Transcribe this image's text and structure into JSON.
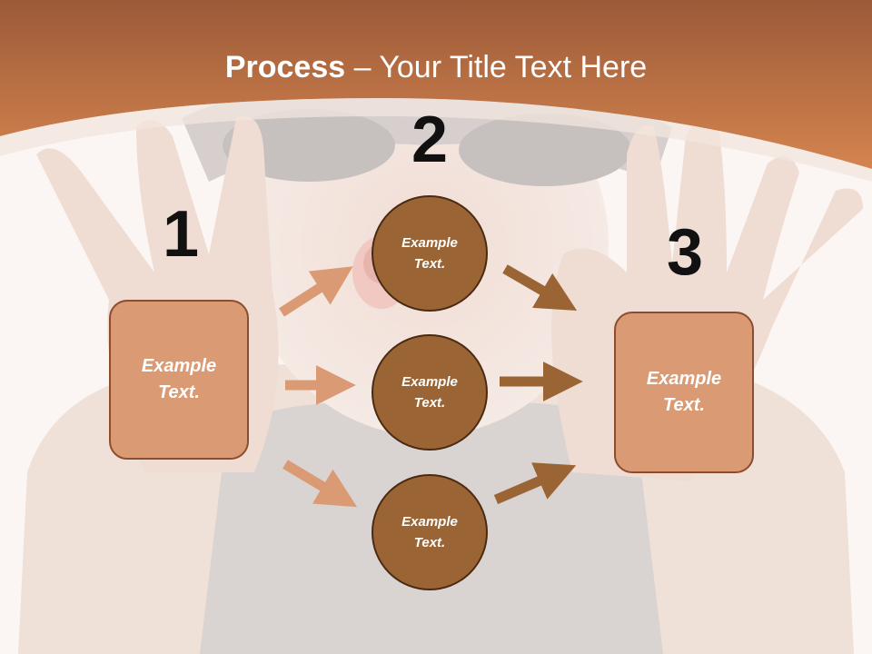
{
  "slide": {
    "title_bold": "Process",
    "title_rest": " – Your Title Text Here"
  },
  "steps": {
    "one": {
      "number": "1",
      "line1": "Example",
      "line2": "Text."
    },
    "two": {
      "number": "2",
      "circles": [
        {
          "line1": "Example",
          "line2": "Text."
        },
        {
          "line1": "Example",
          "line2": "Text."
        },
        {
          "line1": "Example",
          "line2": "Text."
        }
      ]
    },
    "three": {
      "number": "3",
      "line1": "Example",
      "line2": "Text."
    }
  },
  "colors": {
    "header": "#cf814e",
    "light_box": "#d99a74",
    "circle": "#9a6434",
    "left_arrow": "#d99a74",
    "right_arrow": "#9a6434"
  },
  "background": {
    "icon": "woman-sunglasses-photo-faded"
  }
}
